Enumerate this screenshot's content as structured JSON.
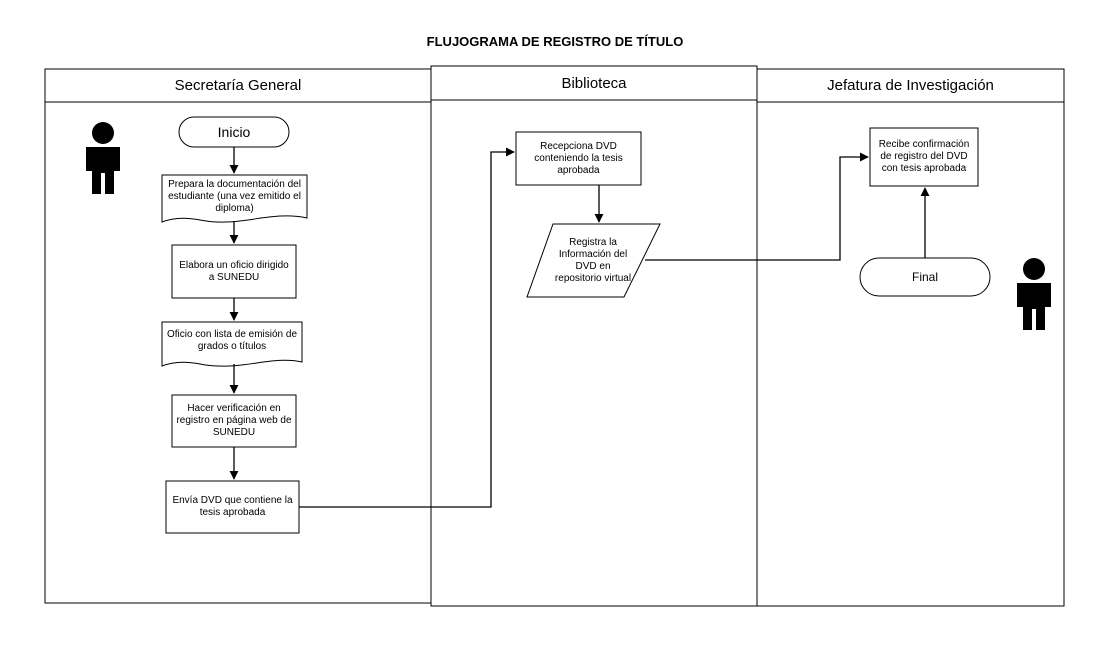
{
  "title": "FLUJOGRAMA DE REGISTRO DE TÍTULO",
  "lanes": [
    {
      "label": "Secretaría General"
    },
    {
      "label": "Biblioteca"
    },
    {
      "label": "Jefatura de Investigación"
    }
  ],
  "nodes": {
    "start": "Inicio",
    "prepare_docs": "Prepara la documentación del estudiante (una vez emitido el diploma)",
    "write_letter": "Elabora un oficio dirigido a SUNEDU",
    "letter_list": "Oficio con lista de emisión de grados o títulos",
    "verify_registry": "Hacer verificación en registro en página web de SUNEDU",
    "send_dvd": "Envía DVD que contiene la tesis aprobada",
    "receive_dvd": "Recepciona DVD conteniendo la tesis aprobada",
    "register_info": "Registra la Información del DVD en repositorio virtual",
    "confirm_receipt": "Recibe confirmación de registro del DVD con tesis aprobada",
    "end": "Final"
  },
  "icons": {
    "actor": "person-icon"
  }
}
